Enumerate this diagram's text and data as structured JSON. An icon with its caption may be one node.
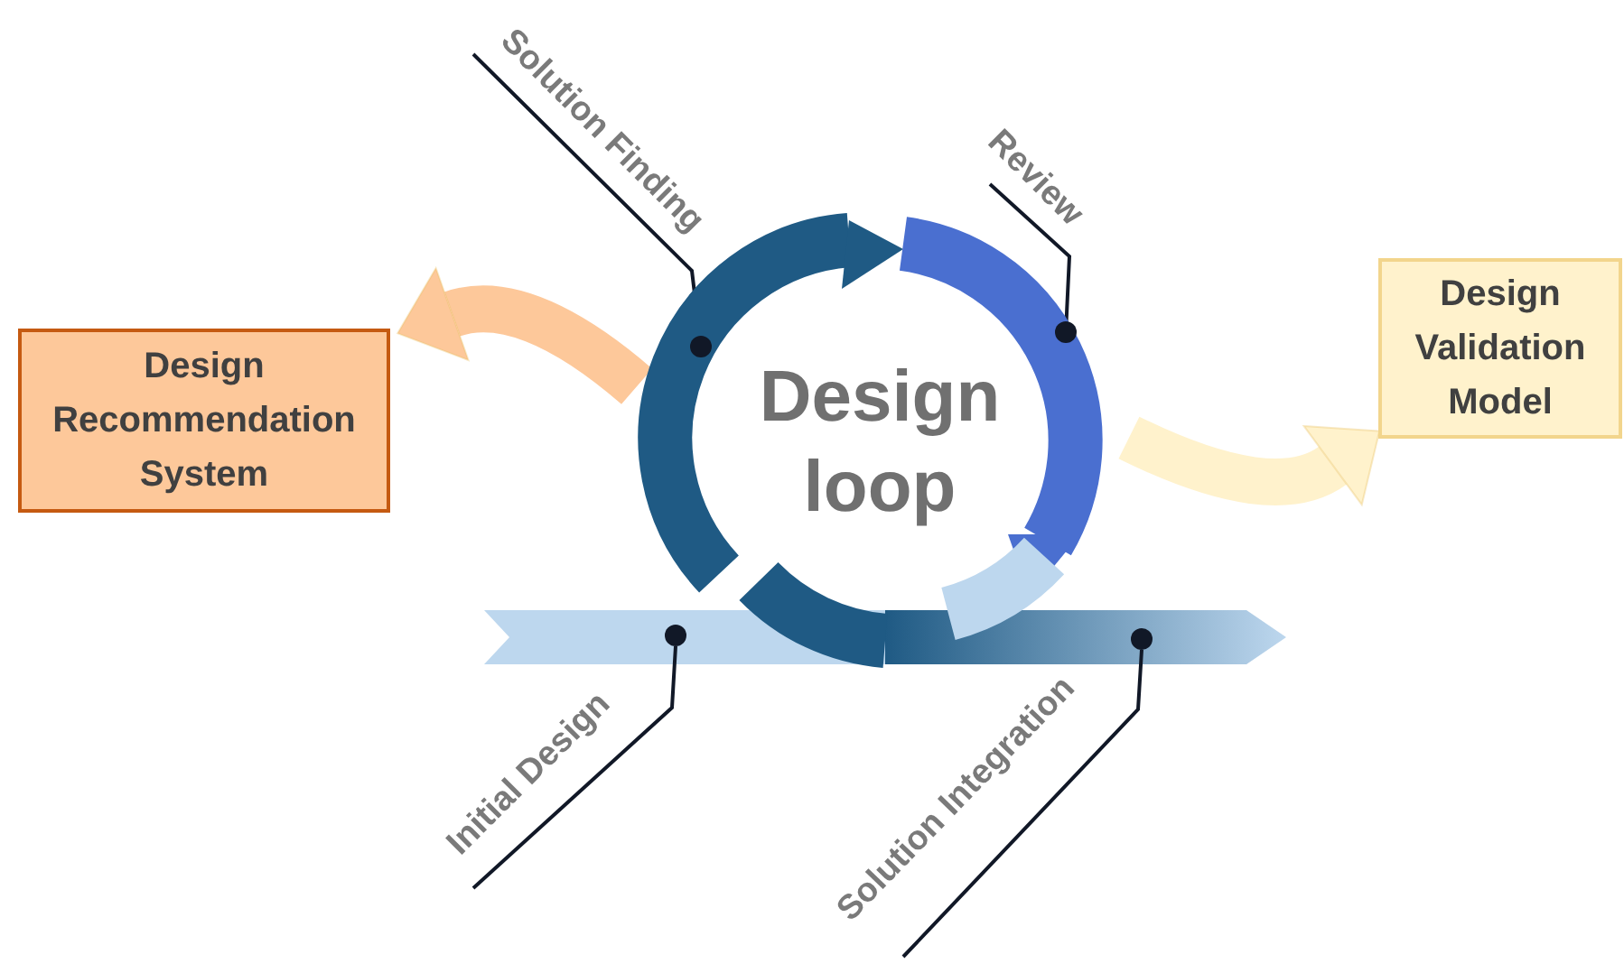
{
  "diagram": {
    "nodes": [
      {
        "text": [
          "Design Recommendation System"
        ]
      },
      {
        "text": [
          "Design Validation Model"
        ]
      },
      {
        "text": [
          "Design loop"
        ]
      },
      {
        "text": [
          "Solution Finding"
        ]
      },
      {
        "text": [],
        "shape": "circle",
        "in": 2
      },
      {
        "text": [
          "Review"
        ]
      },
      {
        "text": [],
        "shape": "circle",
        "in": 2
      },
      {
        "text": [],
        "shape": "arrow"
      },
      {
        "text": [
          "Initial Design"
        ]
      },
      {
        "text": [],
        "shape": "circle",
        "in": 7
      },
      {
        "text": [
          "Solution Integration"
        ]
      },
      {
        "text": [],
        "shape": "circle",
        "in": 7
      }
    ],
    "edges": [
      {
        "from": 2,
        "to": 0,
        "arrow": "to",
        "style": "thick",
        "color": "#fdc89a"
      },
      {
        "from": 2,
        "to": 1,
        "arrow": "to",
        "style": "thick",
        "color": "#fff2cc"
      },
      {
        "from": 3,
        "to": 4,
        "arrow": "none"
      },
      {
        "from": 5,
        "to": 6,
        "arrow": "none"
      },
      {
        "from": 8,
        "to": 9,
        "arrow": "none"
      },
      {
        "from": 10,
        "to": 11,
        "arrow": "none"
      }
    ]
  }
}
